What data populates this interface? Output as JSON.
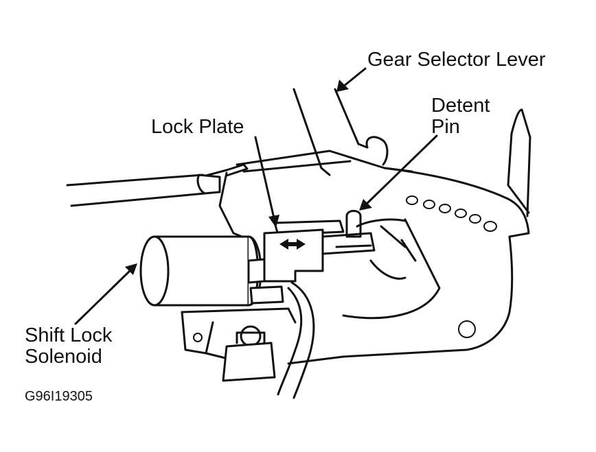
{
  "labels": {
    "gear_selector_lever": "Gear Selector Lever",
    "detent_pin_line1": "Detent",
    "detent_pin_line2": "Pin",
    "lock_plate": "Lock Plate",
    "shift_lock_line1": "Shift Lock",
    "shift_lock_line2": "Solenoid",
    "figure_code": "G96I19305"
  }
}
